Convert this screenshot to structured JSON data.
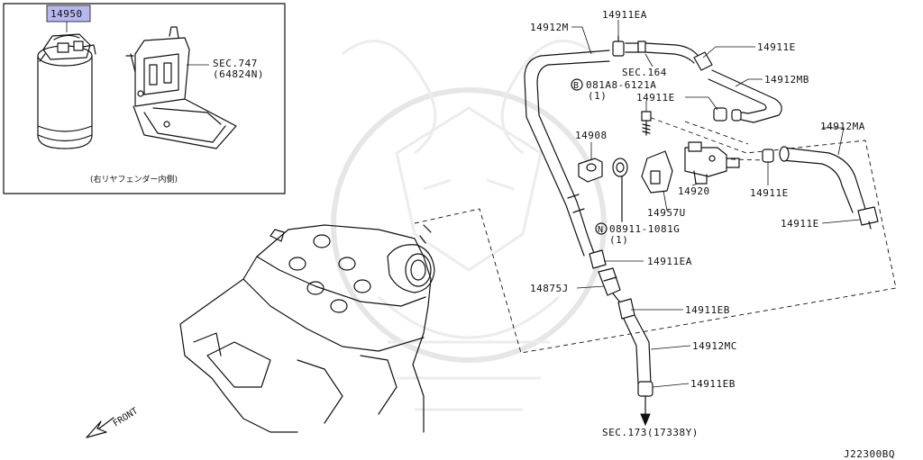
{
  "labels": {
    "canister": "14950",
    "sec747": "SEC.747",
    "sec747_code": "(64824N)",
    "inset_caption": "(右リヤフェンダー内側)",
    "hose_m": "14912M",
    "clamp_ea_top": "14911EA",
    "clamp_e_top": "14911E",
    "sec164": "SEC.164",
    "hose_mb": "14912MB",
    "bolt": "081A8-6121A",
    "bolt_qty": "(1)",
    "clamp_e_mid": "14911E",
    "hose_ma": "14912MA",
    "grommet": "14908",
    "valve": "14920",
    "clamp_e_valve": "14911E",
    "bracket": "14957U",
    "clamp_e_right": "14911E",
    "nut": "08911-1081G",
    "nut_qty": "(1)",
    "clamp_ea_low": "14911EA",
    "connector": "14875J",
    "clamp_eb_top": "14911EB",
    "hose_mc": "14912MC",
    "clamp_eb_low": "14911EB",
    "sec173": "SEC.173(17338Y)",
    "front": "FRONT",
    "bolt_marker": "B",
    "nut_marker": "N",
    "figure_code": "J22300BQ"
  },
  "colors": {
    "highlight_fill": "#b7b7ef",
    "line": "#111111",
    "watermark": "#e6e6e6"
  }
}
